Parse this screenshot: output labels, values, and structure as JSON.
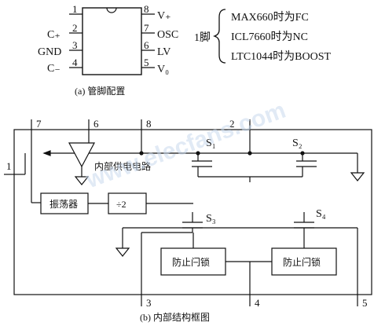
{
  "package": {
    "left_pins": [
      {
        "num": "1",
        "name": ""
      },
      {
        "num": "2",
        "name": "C₊"
      },
      {
        "num": "3",
        "name": "GND"
      },
      {
        "num": "4",
        "name": "C₋"
      }
    ],
    "right_pins": [
      {
        "num": "8",
        "name": "V₊"
      },
      {
        "num": "7",
        "name": "OSC"
      },
      {
        "num": "6",
        "name": "LV"
      },
      {
        "num": "5",
        "name": "V₀"
      }
    ],
    "pin1_label": "1脚",
    "pin1_notes": [
      "MAX660时为FC",
      "ICL7660时为NC",
      "LTC1044时为BOOST"
    ],
    "caption": "(a)  管脚配置"
  },
  "block": {
    "top_pins": {
      "p7": "7",
      "p6": "6",
      "p8": "8",
      "p2": "2"
    },
    "left_pin": "1",
    "bottom_pins": {
      "p3": "3",
      "p4": "4",
      "p5": "5"
    },
    "internal_supply": "内部供电电路",
    "oscillator": "振荡器",
    "divider": "÷2",
    "s1": "S₁",
    "s2": "S₂",
    "s3": "S₃",
    "s4": "S₄",
    "latch_a": "防止闩锁",
    "latch_b": "防止闩锁",
    "caption": "(b)  内部结构框图"
  },
  "watermark": "www.elecfans.com"
}
